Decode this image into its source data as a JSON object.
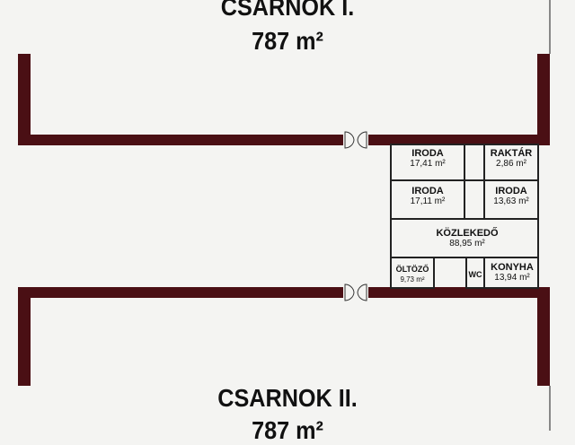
{
  "halls": [
    {
      "name": "CSARNOK I.",
      "area": "787 m²"
    },
    {
      "name": "CSARNOK II.",
      "area": "787 m²"
    }
  ],
  "rooms": [
    {
      "name": "IRODA",
      "area": "17,41 m²"
    },
    {
      "name": "RAKTÁR",
      "area": "2,86 m²"
    },
    {
      "name": "IRODA",
      "area": "17,11 m²"
    },
    {
      "name": "IRODA",
      "area": "13,63 m²"
    },
    {
      "name": "KÖZLEKEDŐ",
      "area": "88,95 m²"
    },
    {
      "name": "ÖLTÖZŐ",
      "area": "9,73 m²"
    },
    {
      "name": "WC",
      "area": ""
    },
    {
      "name": "KONYHA",
      "area": "13,94 m²"
    }
  ],
  "colors": {
    "wall": "#4a0f14",
    "background": "#f4f4f2"
  }
}
